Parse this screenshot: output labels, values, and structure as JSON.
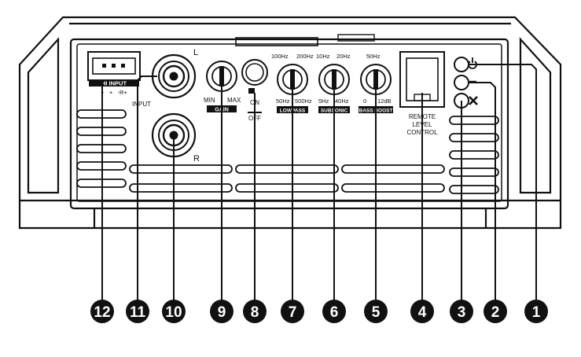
{
  "panel": {
    "hi_input_label": "HI INPUT",
    "hi_input_pins": "+   +   -R+",
    "input_label": "INPUT",
    "rca_left_label": "L",
    "rca_right_label": "R",
    "gain": {
      "min": "MIN",
      "max": "MAX",
      "name": "GAIN"
    },
    "switch": {
      "on": "ON",
      "off": "OFF"
    },
    "lowpass": {
      "top_left": "100Hz",
      "top_right": "200Hz",
      "bottom_left": "50Hz",
      "bottom_right": "500Hz",
      "name": "LOWPASS"
    },
    "subsonic": {
      "top_left": "10Hz",
      "top_right": "20Hz",
      "bottom_left": "5Hz",
      "bottom_right": "40Hz",
      "name": "SUBSONIC"
    },
    "bassboost": {
      "top": "50Hz",
      "bottom_left": "0",
      "bottom_right": "12dB",
      "name": "BASS BOOST"
    },
    "remote": {
      "line1": "REMOTE",
      "line2": "LEVEL",
      "line3": "CONTROL"
    },
    "led_icons": [
      "power-icon",
      "minus-icon",
      "x-icon"
    ]
  },
  "callouts": [
    {
      "number": "12",
      "target": "hi-input-connector"
    },
    {
      "number": "11",
      "target": "rca-left-input"
    },
    {
      "number": "10",
      "target": "rca-right-input"
    },
    {
      "number": "9",
      "target": "gain-knob"
    },
    {
      "number": "8",
      "target": "on-off-switch"
    },
    {
      "number": "7",
      "target": "lowpass-knob"
    },
    {
      "number": "6",
      "target": "subsonic-knob"
    },
    {
      "number": "5",
      "target": "bass-boost-knob"
    },
    {
      "number": "4",
      "target": "remote-level-control-port"
    },
    {
      "number": "3",
      "target": "protect-led"
    },
    {
      "number": "2",
      "target": "minus-led"
    },
    {
      "number": "1",
      "target": "power-led"
    }
  ]
}
